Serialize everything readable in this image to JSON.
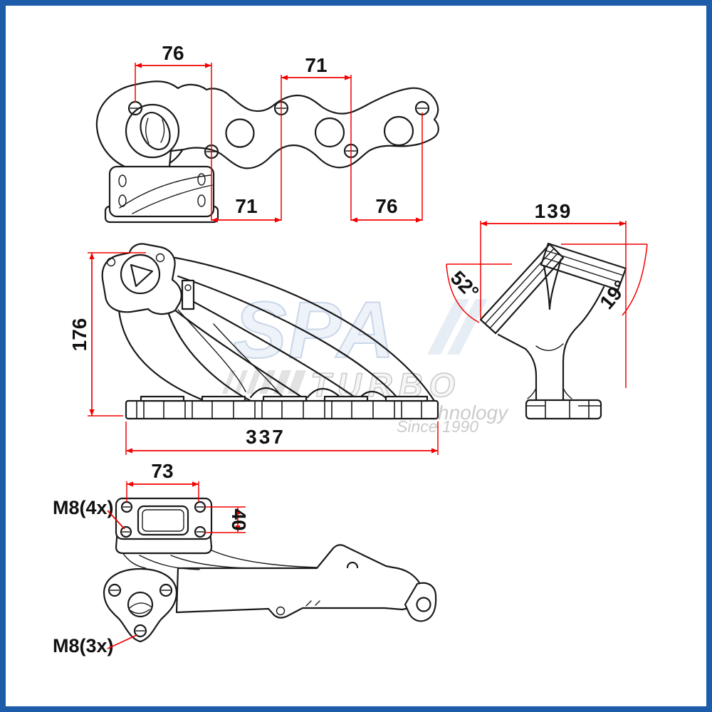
{
  "drawing": {
    "type": "exhaust-manifold-technical-drawing",
    "colors": {
      "frame": "#1c5ca8",
      "lines": "#1a1a1a",
      "dimension": "#f40000"
    },
    "dimensions": {
      "top_view": {
        "bolt_span_left_top": "76",
        "bolt_span_mid_top": "71",
        "bolt_span_mid_bottom": "71",
        "bolt_span_right_bottom": "76"
      },
      "side_view": {
        "height": "176",
        "length": "337"
      },
      "end_view": {
        "width": "139",
        "angle_left": "52°",
        "angle_right": "19°"
      },
      "bottom_view": {
        "flange_width": "73",
        "flange_height": "40",
        "thread_turbo_flange": "M8(4x)",
        "thread_outlet_flange": "M8(3x)"
      }
    }
  },
  "watermark": {
    "brand": "SPA",
    "brand_line2": "TURBO",
    "tagline": "Precision Technology",
    "since": "Since 1990"
  }
}
